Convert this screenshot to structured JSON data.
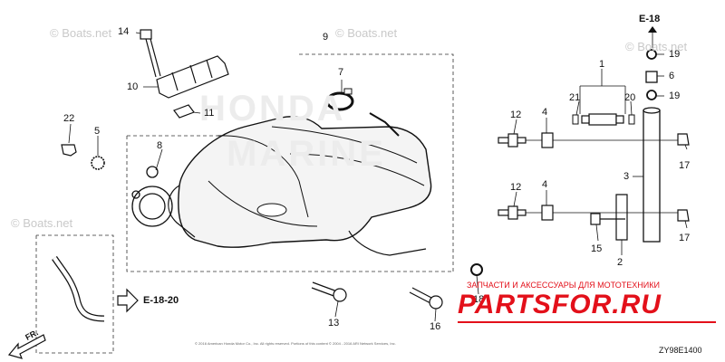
{
  "watermarks": {
    "boats_1": "© Boats.net",
    "boats_2": "© Boats.net",
    "boats_3": "© Boats.net",
    "boats_4": "© Boats.net",
    "logo_line1": "HONDA",
    "logo_line2": "MARINE"
  },
  "references": {
    "top_right": "E-18",
    "arrow_left": "E-18-20",
    "front_marker": "FR."
  },
  "callouts": {
    "c1": "1",
    "c2": "2",
    "c3": "3",
    "c4a": "4",
    "c4b": "4",
    "c5": "5",
    "c6": "6",
    "c7": "7",
    "c8": "8",
    "c9": "9",
    "c10": "10",
    "c11": "11",
    "c12a": "12",
    "c12b": "12",
    "c13": "13",
    "c14": "14",
    "c15": "15",
    "c16": "16",
    "c17a": "17",
    "c17b": "17",
    "c18": "18",
    "c19a": "19",
    "c19b": "19",
    "c20": "20",
    "c21": "21",
    "c22": "22"
  },
  "footer": {
    "copyright": "© 2016 American Honda Motor Co., Inc. All rights reserved. Portions of this content © 2004 - 2016 ARI Network Services, Inc.",
    "diagram_code": "ZY98E1400"
  },
  "shop": {
    "subtitle": "ЗАПЧАСТИ И АКСЕССУАРЫ ДЛЯ МОТОТЕХНИКИ",
    "name": "PARTSFOR.RU"
  }
}
